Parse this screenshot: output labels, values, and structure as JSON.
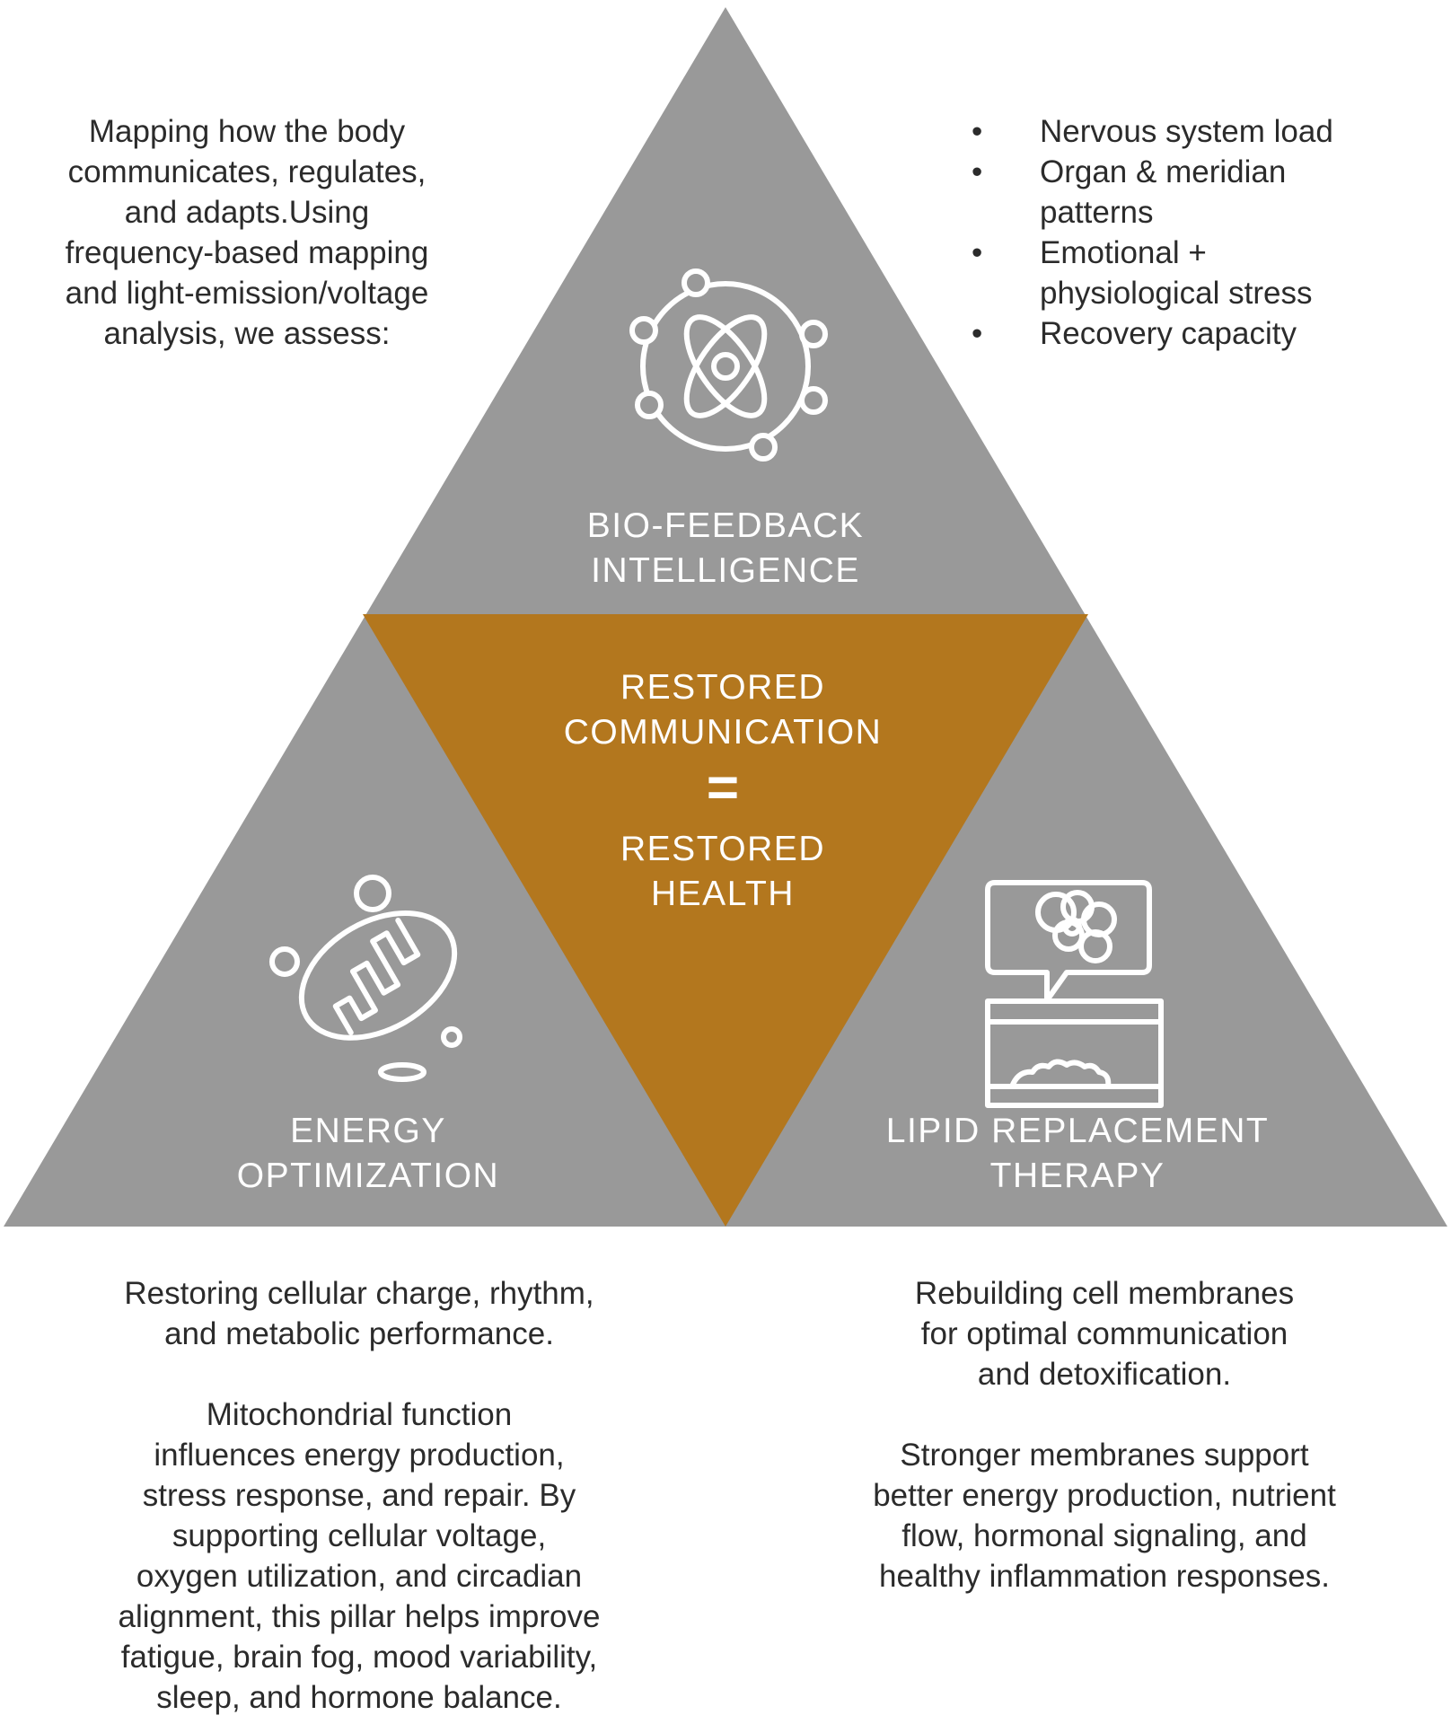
{
  "colors": {
    "pillar_gray": "#999999",
    "center_gold": "#b3771e",
    "text": "#2b2b2b"
  },
  "intro": {
    "line1": "Mapping how the body",
    "line2": "communicates, regulates,",
    "line3": "and adapts.Using",
    "line4": "frequency-based mapping",
    "line5": "and light-emission/voltage",
    "line6": "analysis, we assess:"
  },
  "assessments": [
    {
      "line1": "Nervous system load"
    },
    {
      "line1": "Organ & meridian",
      "line2": "patterns"
    },
    {
      "line1": "Emotional +",
      "line2": "physiological stress"
    },
    {
      "line1": "Recovery capacity"
    }
  ],
  "pillars": {
    "biofeedback": {
      "line1": "BIO-FEEDBACK",
      "line2": "INTELLIGENCE",
      "icon": "atom-network-icon"
    },
    "energy": {
      "line1": "ENERGY",
      "line2": "OPTIMIZATION",
      "icon": "mitochondria-icon"
    },
    "lipid": {
      "line1": "LIPID REPLACEMENT",
      "line2": "THERAPY",
      "icon": "cell-membrane-icon"
    }
  },
  "center": {
    "line1": "RESTORED",
    "line2": "COMMUNICATION",
    "equals": "=",
    "line3": "RESTORED",
    "line4": "HEALTH"
  },
  "energy_text": {
    "p1": [
      "Restoring cellular charge, rhythm,",
      "and metabolic performance."
    ],
    "p2": [
      "Mitochondrial function",
      "influences energy production,",
      "stress response, and repair. By",
      "supporting cellular voltage,",
      "oxygen utilization, and circadian",
      "alignment, this pillar helps improve",
      "fatigue, brain fog, mood variability,",
      "sleep, and hormone balance."
    ]
  },
  "lipid_text": {
    "p1": [
      "Rebuilding cell membranes",
      "for optimal communication",
      "and detoxification."
    ],
    "p2": [
      "Stronger membranes support",
      "better energy production, nutrient",
      "flow, hormonal signaling, and",
      "healthy inflammation responses."
    ]
  }
}
